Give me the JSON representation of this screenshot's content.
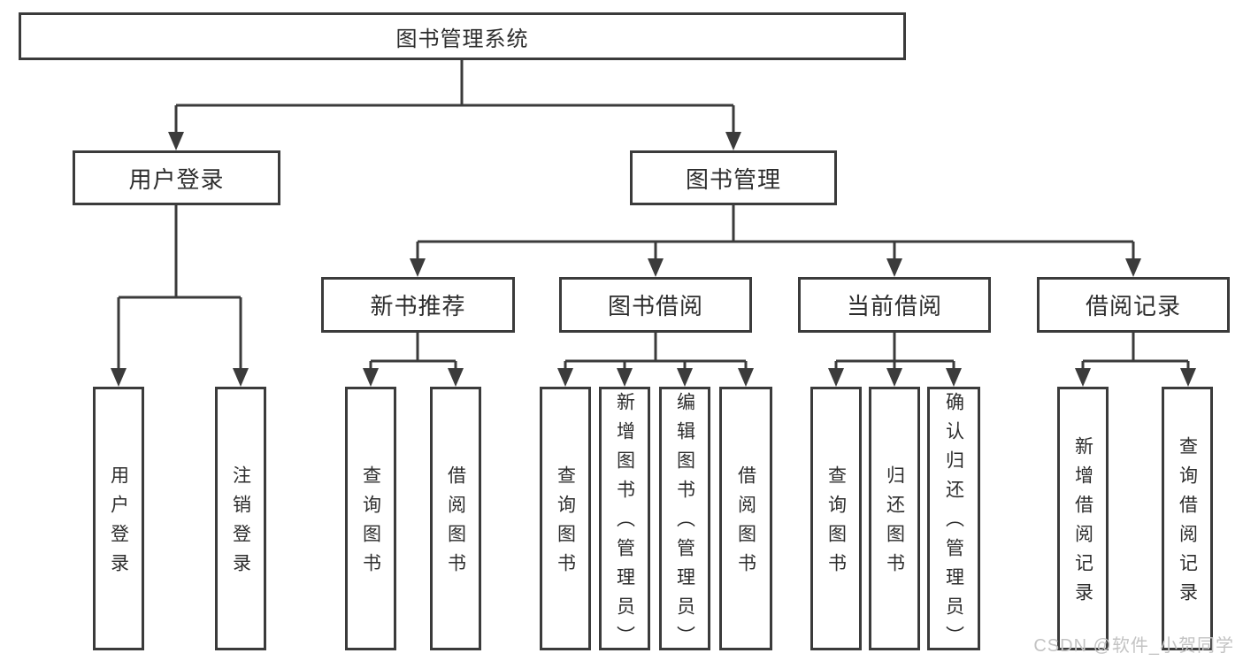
{
  "tree": {
    "root": "图书管理系统",
    "children": [
      {
        "label": "用户登录",
        "children": [
          "用户登录",
          "注销登录"
        ]
      },
      {
        "label": "图书管理",
        "children": [
          {
            "label": "新书推荐",
            "children": [
              "查询图书",
              "借阅图书"
            ]
          },
          {
            "label": "图书借阅",
            "children": [
              "查询图书",
              "新增图书（管理员）",
              "编辑图书（管理员）",
              "借阅图书"
            ]
          },
          {
            "label": "当前借阅",
            "children": [
              "查询图书",
              "归还图书",
              "确认归还（管理员）"
            ]
          },
          {
            "label": "借阅记录",
            "children": [
              "新增借阅记录",
              "查询借阅记录"
            ]
          }
        ]
      }
    ]
  },
  "watermark": {
    "text": "CSDN @软件_小贺同学"
  },
  "colors": {
    "line": "#3b3b3b",
    "text": "#2d2d2d",
    "background": "#ffffff",
    "watermark": "#c3c3c3"
  }
}
